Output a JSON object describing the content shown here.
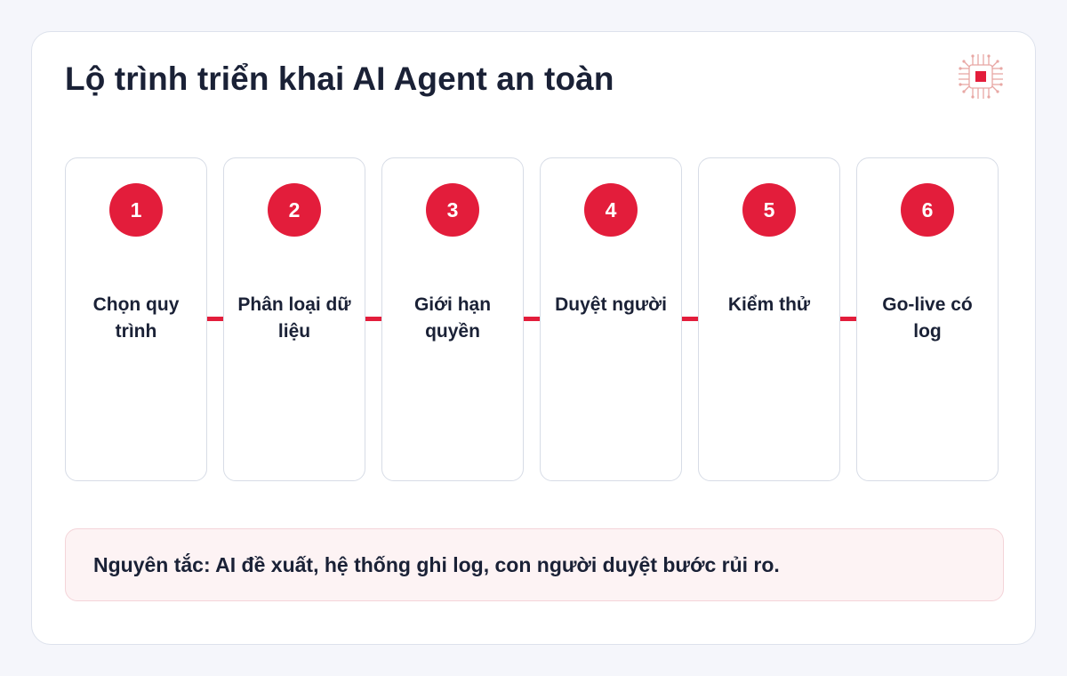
{
  "title": "Lộ trình triển khai AI Agent an toàn",
  "logo_icon": "cpu-chip-icon",
  "accent_color": "#e31d3b",
  "steps": [
    {
      "number": "1",
      "label": "Chọn quy trình"
    },
    {
      "number": "2",
      "label": "Phân loại dữ liệu"
    },
    {
      "number": "3",
      "label": "Giới hạn quyền"
    },
    {
      "number": "4",
      "label": "Duyệt người"
    },
    {
      "number": "5",
      "label": "Kiểm thử"
    },
    {
      "number": "6",
      "label": "Go-live có log"
    }
  ],
  "note": "Nguyên tắc: AI đề xuất, hệ thống ghi log, con người duyệt bước rủi ro."
}
